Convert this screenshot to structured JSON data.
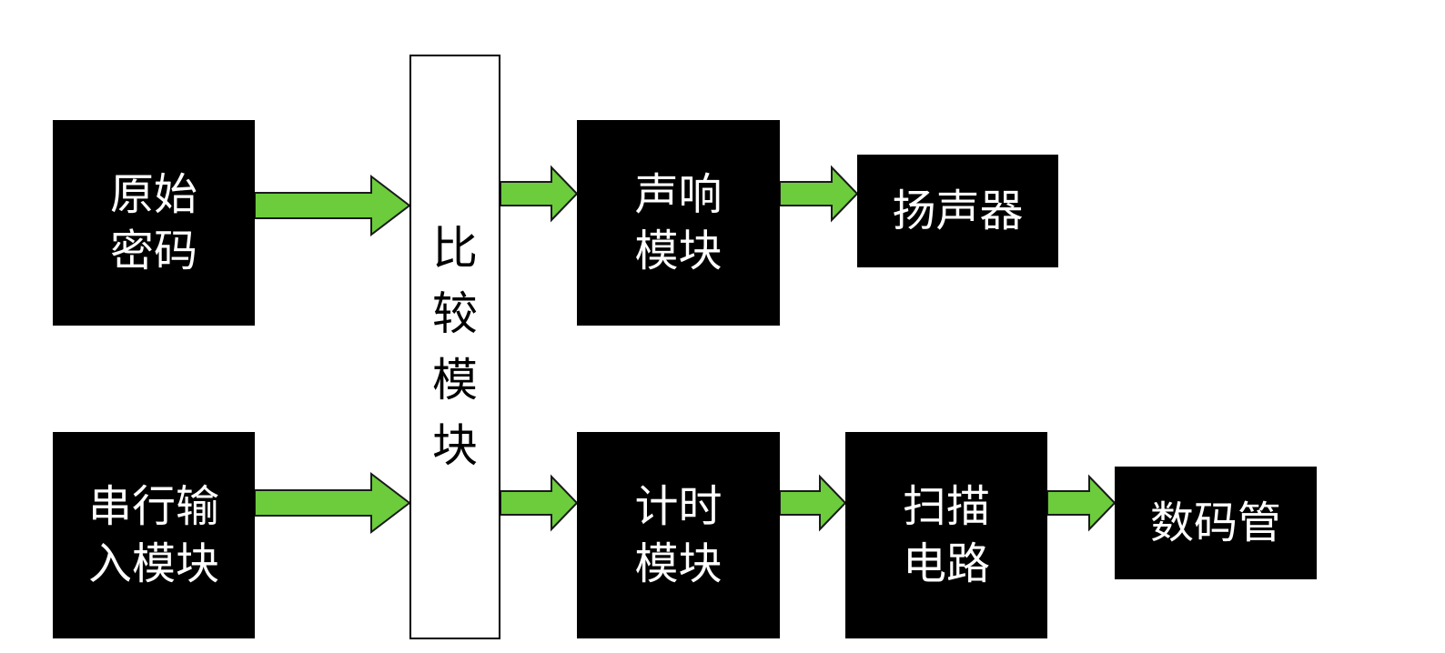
{
  "blocks": {
    "original_password": {
      "lines": [
        "原始",
        "密码"
      ]
    },
    "serial_input": {
      "lines": [
        "串行输",
        "入模块"
      ]
    },
    "compare": {
      "lines": [
        "比",
        "较",
        "模",
        "块"
      ]
    },
    "sound": {
      "lines": [
        "声响",
        "模块"
      ]
    },
    "speaker": {
      "lines": [
        "扬声器"
      ]
    },
    "timer": {
      "lines": [
        "计时",
        "模块"
      ]
    },
    "scan": {
      "lines": [
        "扫描",
        "电路"
      ]
    },
    "display": {
      "lines": [
        "数码管"
      ]
    }
  },
  "colors": {
    "block_fill": "#000000",
    "block_text": "#ffffff",
    "arrow_fill": "#6ccc3c",
    "arrow_stroke": "#1a1a1a"
  }
}
